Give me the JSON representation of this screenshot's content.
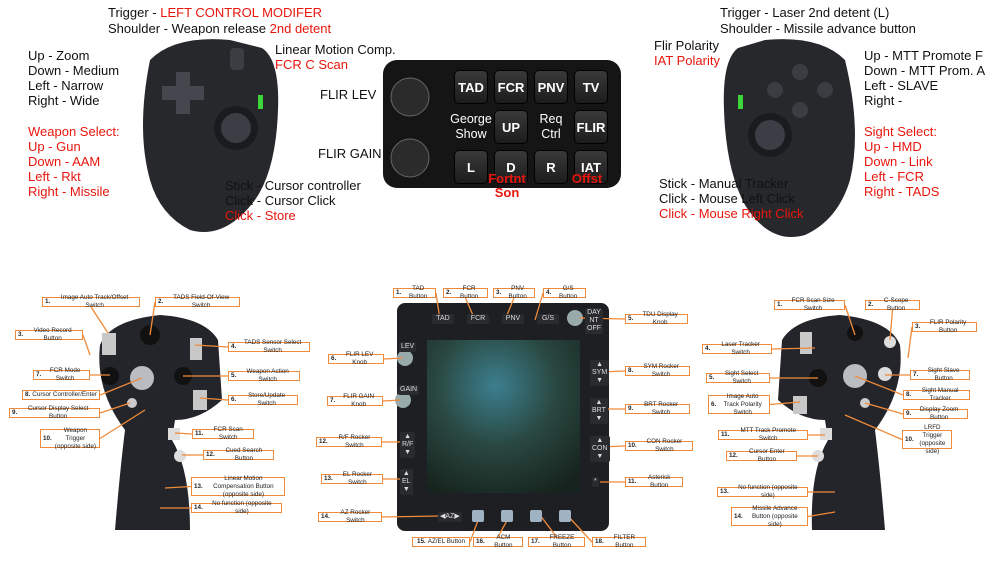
{
  "top_left": {
    "trigger_prefix": "Trigger - ",
    "trigger_value": "LEFT CONTROL MODIFER",
    "shoulder_prefix": "Shoulder - Weapon release ",
    "shoulder_value": "2nd detent",
    "dpad": [
      "Up - Zoom",
      "Down - Medium",
      "Left - Narrow",
      "Right - Wide"
    ],
    "weapon_select": [
      "Weapon Select:",
      "Up - Gun",
      "Down - AAM",
      "Left - Rkt",
      "Right - Missile"
    ],
    "lmc_title": "Linear Motion Comp.",
    "lmc_value": "FCR C Scan",
    "stick": [
      "Stick - Cursor controller",
      "Click - Cursor Click"
    ],
    "stick_red": "Click - Store"
  },
  "stream_deck": {
    "knob_labels": [
      "FLIR LEV",
      "FLIR GAIN"
    ],
    "keys": [
      "TAD",
      "FCR",
      "PNV",
      "TV",
      "George Show",
      "UP",
      "Req Ctrl",
      "FLIR",
      "L",
      "D",
      "R",
      "IAT"
    ],
    "sub_labels": {
      "D": "Fortnt Son",
      "IAT": "Offst"
    }
  },
  "top_right": {
    "trigger": "Trigger - Laser 2nd detent (L)",
    "shoulder": "Shoulder - Missile advance button",
    "flir_polarity": "Flir Polarity",
    "iat_polarity": "IAT Polarity",
    "buttons": [
      "Up - MTT Promote F",
      "Down - MTT Prom. A",
      "Left - SLAVE",
      "Right -"
    ],
    "sight_select": [
      "Sight Select:",
      "Up - HMD",
      "Down - Link",
      "Left - FCR",
      "Right - TADS"
    ],
    "stick": [
      "Stick - Manual Tracker",
      "Click - Mouse Left Click"
    ],
    "stick_red": "Click - Mouse Right Click"
  },
  "diagrams": {
    "left": [
      {
        "num": "1.",
        "text": "Image Auto Track/Offset Switch"
      },
      {
        "num": "2.",
        "text": "TADS Field-Of-View Switch"
      },
      {
        "num": "3.",
        "text": "Video Record Button"
      },
      {
        "num": "4.",
        "text": "TADS Sensor Select Switch"
      },
      {
        "num": "5.",
        "text": "Weapon Action Switch"
      },
      {
        "num": "6.",
        "text": "Store/Update Switch"
      },
      {
        "num": "7.",
        "text": "FCR Mode Switch"
      },
      {
        "num": "8.",
        "text": "Cursor Controller/Enter"
      },
      {
        "num": "9.",
        "text": "Cursor Display Select Button"
      },
      {
        "num": "10.",
        "text": "Weapon Trigger (opposite side)"
      },
      {
        "num": "11.",
        "text": "FCR Scan Switch"
      },
      {
        "num": "12.",
        "text": "Cued Search Button"
      },
      {
        "num": "13.",
        "text": "Linear Motion Compensation Button (opposite side)"
      },
      {
        "num": "14.",
        "text": "No function (opposite side)"
      }
    ],
    "middle": [
      {
        "num": "1.",
        "text": "TAD Button"
      },
      {
        "num": "2.",
        "text": "FCR Button"
      },
      {
        "num": "3.",
        "text": "PNV Button"
      },
      {
        "num": "4.",
        "text": "G/S Button"
      },
      {
        "num": "5.",
        "text": "TDU Display Knob"
      },
      {
        "num": "6.",
        "text": "FLIR LEV Knob"
      },
      {
        "num": "7.",
        "text": "FLIR GAIN Knob"
      },
      {
        "num": "8.",
        "text": "SYM Rocker Switch"
      },
      {
        "num": "9.",
        "text": "BRT Rocker Switch"
      },
      {
        "num": "10.",
        "text": "CON Rocker Switch"
      },
      {
        "num": "11.",
        "text": "Asterisk Button"
      },
      {
        "num": "12.",
        "text": "R/F Rocker Switch"
      },
      {
        "num": "13.",
        "text": "EL Rocker Switch"
      },
      {
        "num": "14.",
        "text": "AZ Rocker Switch"
      },
      {
        "num": "15.",
        "text": "AZ/EL Button"
      },
      {
        "num": "16.",
        "text": "ACM Button"
      },
      {
        "num": "17.",
        "text": "FREEZE Button"
      },
      {
        "num": "18.",
        "text": "FILTER Button"
      }
    ],
    "right": [
      {
        "num": "1.",
        "text": "FCR Scan Size Switch"
      },
      {
        "num": "2.",
        "text": "C-Scope Button"
      },
      {
        "num": "3.",
        "text": "FLIR Polarity Button"
      },
      {
        "num": "4.",
        "text": "Laser Tracker Switch"
      },
      {
        "num": "5.",
        "text": "Sight Select Switch"
      },
      {
        "num": "6.",
        "text": "Image Auto Track Polarity Switch"
      },
      {
        "num": "7.",
        "text": "Sight Slave Button"
      },
      {
        "num": "8.",
        "text": "Sight Manual Tracker"
      },
      {
        "num": "9.",
        "text": "Display Zoom Button"
      },
      {
        "num": "10.",
        "text": "LRFD Trigger (opposite side)"
      },
      {
        "num": "11.",
        "text": "MTT Track Promote Switch"
      },
      {
        "num": "12.",
        "text": "Cursor Enter Button"
      },
      {
        "num": "13.",
        "text": "No function (opposite side)"
      },
      {
        "num": "14.",
        "text": "Missile Advance Button (opposite side)"
      }
    ],
    "tdu_panel": {
      "top_buttons": [
        "TAD",
        "FCR",
        "PNV",
        "G/S"
      ],
      "knob_labels": [
        "LEV",
        "GAIN"
      ],
      "left_rockers": [
        "R/F",
        "EL"
      ],
      "right_rockers": [
        "SYM",
        "BRT",
        "CON"
      ],
      "asterisk": "*",
      "az": "◀AZ▶",
      "tdu_positions": [
        "DAY",
        "NT",
        "OFF"
      ]
    }
  },
  "colors": {
    "accent_red": "#e8160c",
    "callout_orange": "#f08a3a"
  }
}
